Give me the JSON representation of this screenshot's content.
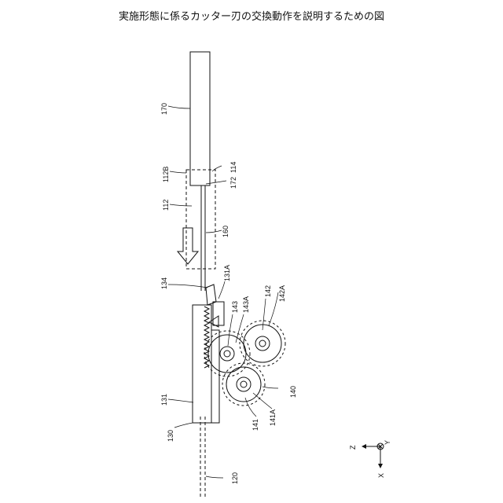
{
  "title": "実施形態に係るカッター刃の交換動作を説明するための図",
  "labels": {
    "l170": "170",
    "l112B": "112B",
    "l114": "114",
    "l172": "172",
    "l112": "112",
    "l160": "160",
    "l134": "134",
    "l131A": "131A",
    "l143": "143",
    "l143A": "143A",
    "l142": "142",
    "l142A": "142A",
    "l140": "140",
    "l131": "131",
    "l141": "141",
    "l141A": "141A",
    "l130": "130",
    "l120": "120"
  },
  "axes": {
    "z": "Z",
    "y": "Y",
    "x": "X"
  }
}
